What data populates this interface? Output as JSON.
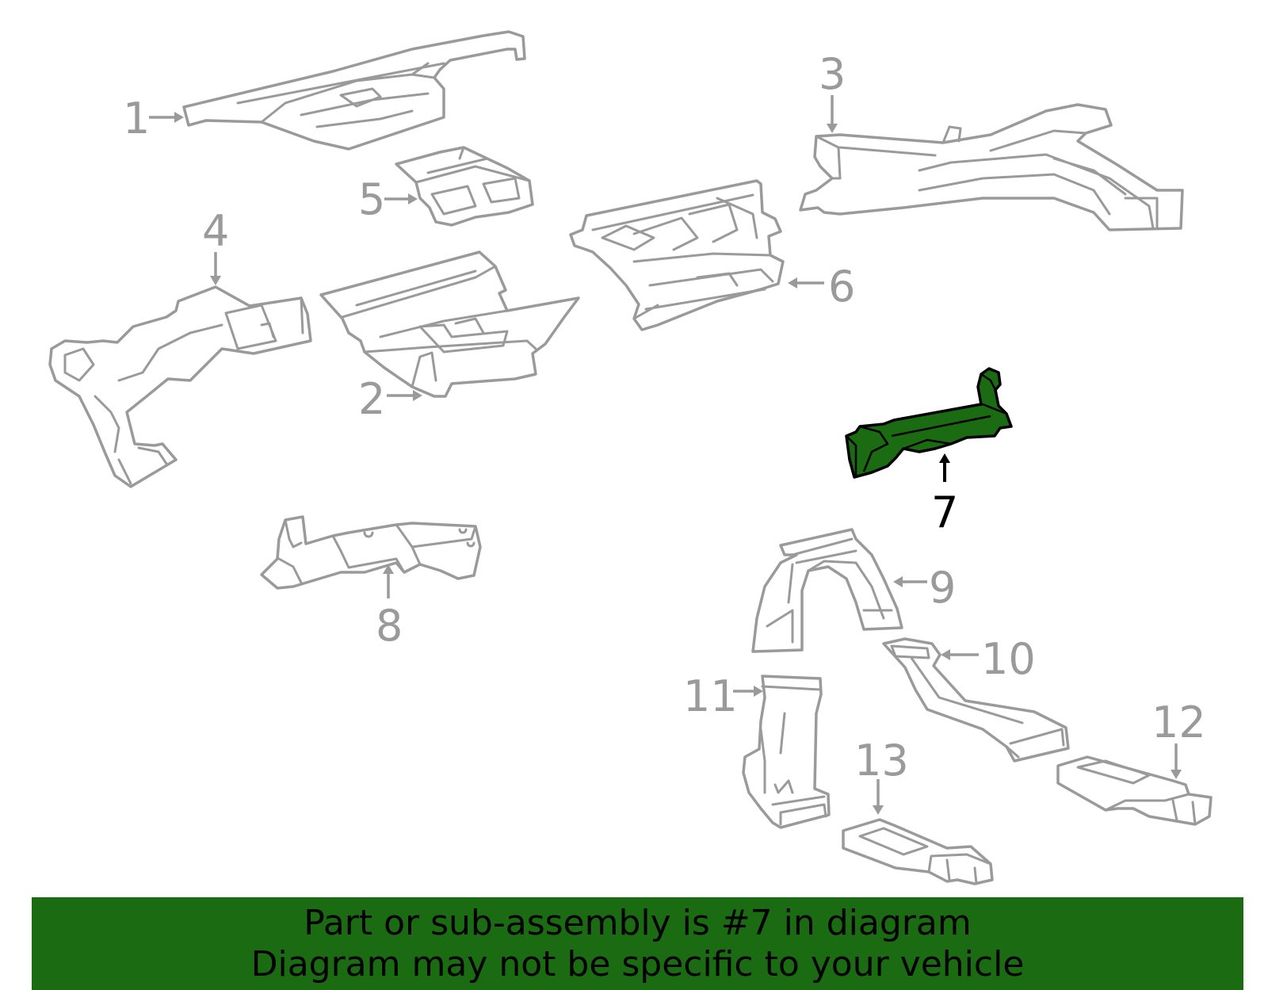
{
  "diagram": {
    "callouts": {
      "c1": "1",
      "c2": "2",
      "c3": "3",
      "c4": "4",
      "c5": "5",
      "c6": "6",
      "c7": "7",
      "c8": "8",
      "c9": "9",
      "c10": "10",
      "c11": "11",
      "c12": "12",
      "c13": "13"
    },
    "highlighted_part": "7",
    "colors": {
      "part_outline": "#9a9a9a",
      "highlight_fill": "#1a6b12",
      "highlight_outline": "#000000",
      "footer_bg": "#1a6b12"
    }
  },
  "footer": {
    "line1": "Part or sub-assembly is #7 in diagram",
    "line2": "Diagram may not be specific to your vehicle"
  }
}
